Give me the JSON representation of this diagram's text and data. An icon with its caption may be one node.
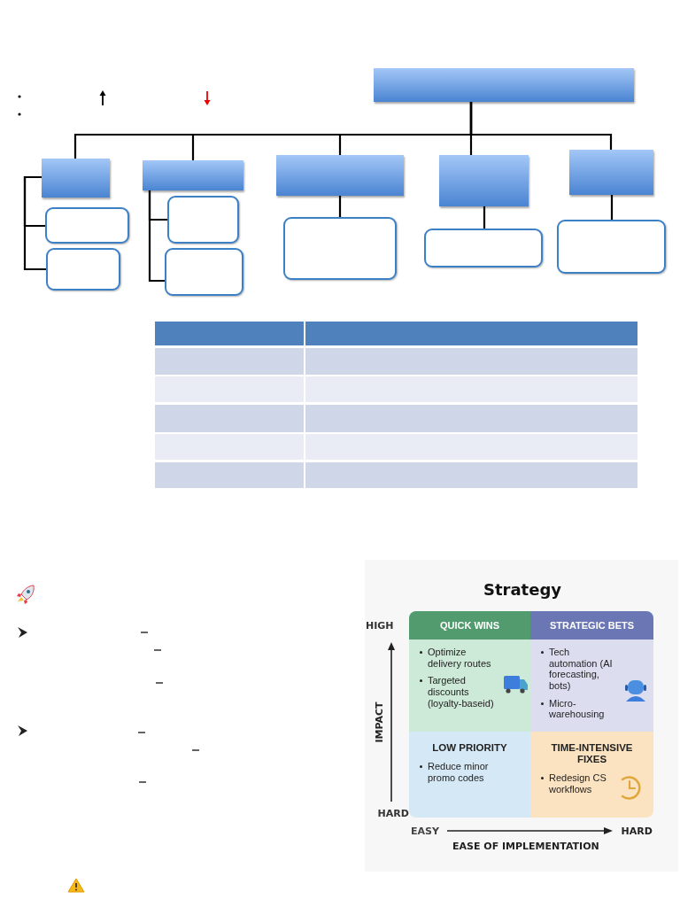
{
  "diagram": {
    "nodes": [
      {
        "text": [],
        "shape": "box"
      },
      {
        "text": [],
        "shape": "box"
      },
      {
        "text": [],
        "shape": "box"
      },
      {
        "text": [],
        "shape": "box"
      },
      {
        "text": [],
        "shape": "box"
      },
      {
        "text": [],
        "shape": "box"
      },
      {
        "text": [],
        "shape": "box"
      },
      {
        "text": [],
        "shape": "box"
      },
      {
        "text": [],
        "shape": "box"
      },
      {
        "text": [],
        "shape": "box"
      },
      {
        "text": [],
        "shape": "box"
      },
      {
        "text": [],
        "shape": "box"
      },
      {
        "text": [],
        "shape": "box"
      },
      {
        "text": [
          "QUICK WINS",
          "Optimize delivery routes",
          "Targeted discounts (loyalty-baseid)"
        ]
      },
      {
        "text": [
          "STRATEGIC BETS",
          "Tech automation (AI forecasting, bots)",
          "Micro-warehousing"
        ]
      },
      {
        "text": [
          "LOW PRIORITY",
          "Reduce minor promo codes"
        ]
      },
      {
        "text": [
          "TIME-INTENSIVE FIXES",
          "Redesign CS workflows"
        ]
      }
    ],
    "edges": [
      {
        "from": 0,
        "to": 1,
        "arrow": "none"
      },
      {
        "from": 0,
        "to": 2,
        "arrow": "none"
      },
      {
        "from": 0,
        "to": 3,
        "arrow": "none"
      },
      {
        "from": 0,
        "to": 4,
        "arrow": "none"
      },
      {
        "from": 0,
        "to": 5,
        "arrow": "none"
      },
      {
        "from": 1,
        "to": 6,
        "arrow": "none"
      },
      {
        "from": 1,
        "to": 7,
        "arrow": "none"
      },
      {
        "from": 2,
        "to": 8,
        "arrow": "none"
      },
      {
        "from": 2,
        "to": 9,
        "arrow": "none"
      },
      {
        "from": 3,
        "to": 10,
        "arrow": "none"
      },
      {
        "from": 4,
        "to": 11,
        "arrow": "none"
      },
      {
        "from": 5,
        "to": 12,
        "arrow": "none"
      }
    ],
    "labels": [
      "Strategy",
      "HIGH",
      "IMPACT",
      "HARD",
      "EASY",
      "HARD",
      "EASE OF IMPLEMENTATION"
    ]
  }
}
